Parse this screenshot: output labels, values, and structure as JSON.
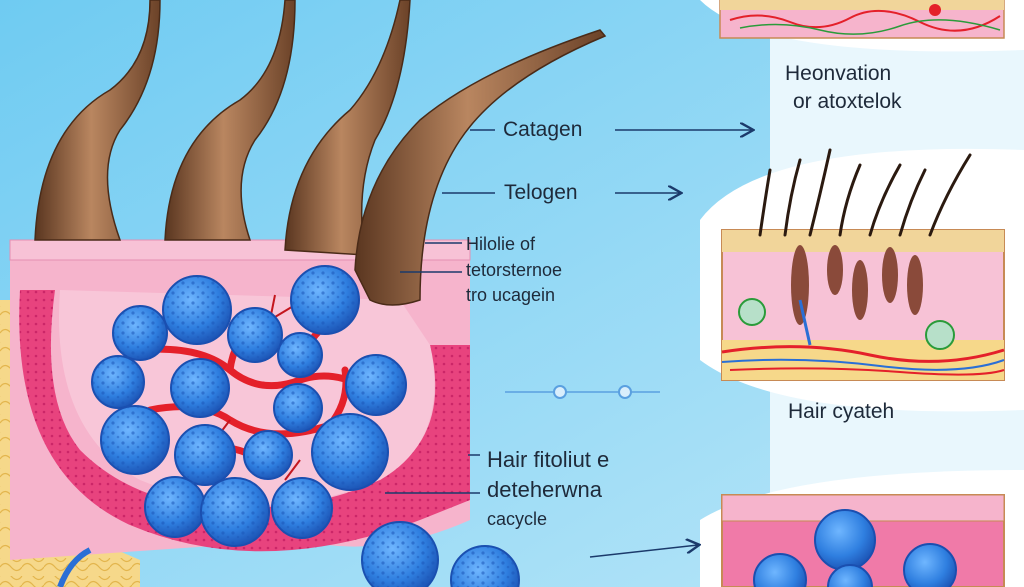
{
  "labels": {
    "catagen": "Catagen",
    "telogen": "Telogen",
    "hilolie_1": "Hilolie of",
    "hilolie_2": "tetorsternoe",
    "hilolie_3": "tro ucagein",
    "hair_fitoliut_1": "Hair fitoliut e",
    "hair_fitoliut_2": "deteherwna",
    "hair_fitoliut_3": "cacycle",
    "heonvation_1": "Heonvation",
    "heonvation_2": "or atoxtelok",
    "hair_cyateh": "Hair cyateh"
  },
  "colors": {
    "background": "#8fd6f5",
    "panel": "#e9f7fd",
    "follicle_cell": "#2f7fe0",
    "tissue_pink": "#f4a8c4",
    "tissue_magenta": "#e8437e",
    "blood_red": "#e4202a",
    "hair_brown": "#8a5a3a",
    "arrow_navy": "#1b3a6b"
  }
}
